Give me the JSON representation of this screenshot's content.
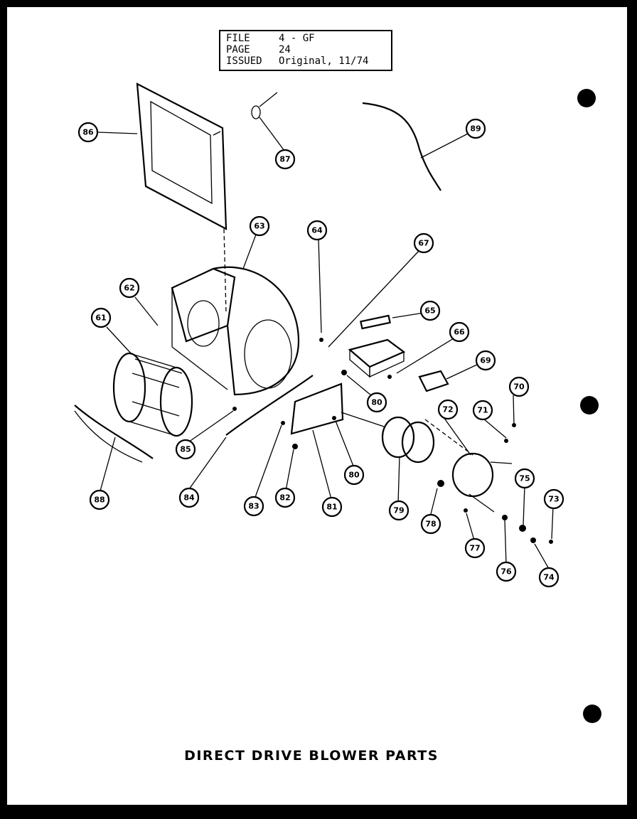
{
  "info": {
    "file_label": "FILE",
    "file_value": "4 - GF",
    "page_label": "PAGE",
    "page_value": "24",
    "issued_label": "ISSUED",
    "issued_value": "Original, 11/74"
  },
  "caption": "DIRECT DRIVE BLOWER PARTS",
  "callouts": [
    {
      "id": "86",
      "label": "86"
    },
    {
      "id": "87",
      "label": "87"
    },
    {
      "id": "89",
      "label": "89"
    },
    {
      "id": "63",
      "label": "63"
    },
    {
      "id": "64",
      "label": "64"
    },
    {
      "id": "67",
      "label": "67"
    },
    {
      "id": "62",
      "label": "62"
    },
    {
      "id": "61",
      "label": "61"
    },
    {
      "id": "65",
      "label": "65"
    },
    {
      "id": "66",
      "label": "66"
    },
    {
      "id": "69",
      "label": "69"
    },
    {
      "id": "70",
      "label": "70"
    },
    {
      "id": "72",
      "label": "72"
    },
    {
      "id": "71",
      "label": "71"
    },
    {
      "id": "80a",
      "label": "80"
    },
    {
      "id": "85",
      "label": "85"
    },
    {
      "id": "88",
      "label": "88"
    },
    {
      "id": "84",
      "label": "84"
    },
    {
      "id": "83",
      "label": "83"
    },
    {
      "id": "82",
      "label": "82"
    },
    {
      "id": "81",
      "label": "81"
    },
    {
      "id": "80b",
      "label": "80"
    },
    {
      "id": "79",
      "label": "79"
    },
    {
      "id": "78",
      "label": "78"
    },
    {
      "id": "75",
      "label": "75"
    },
    {
      "id": "73",
      "label": "73"
    },
    {
      "id": "77",
      "label": "77"
    },
    {
      "id": "76",
      "label": "76"
    },
    {
      "id": "74",
      "label": "74"
    }
  ]
}
